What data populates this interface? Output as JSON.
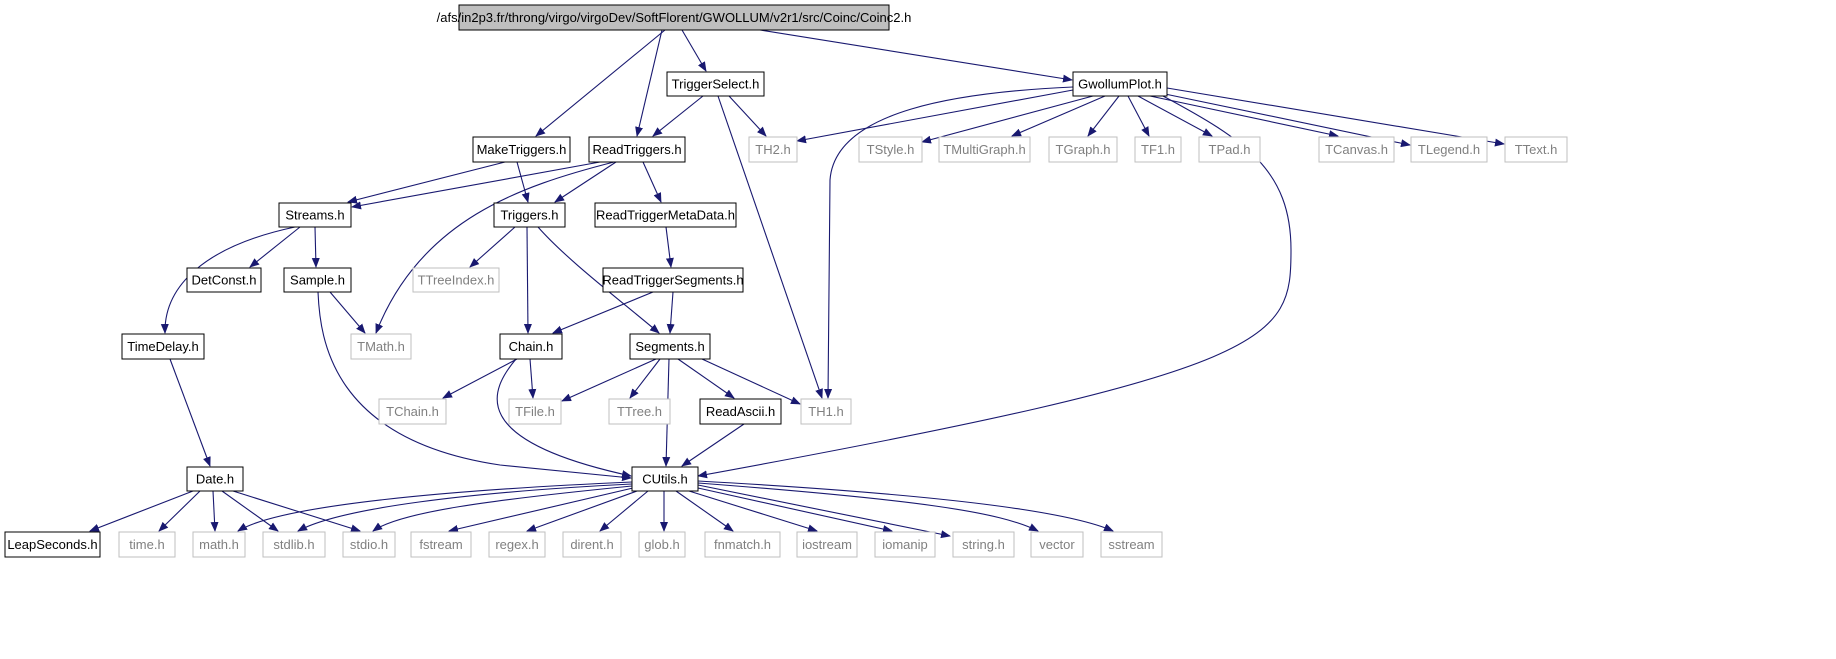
{
  "graph": {
    "edge_color": "#191970",
    "nodes": [
      {
        "id": "root",
        "label": "/afs/in2p3.fr/throng/virgo/virgoDev/SoftFlorent/GWOLLUM/v2r1/src/Coinc/Coinc2.h",
        "kind": "root"
      },
      {
        "id": "triggerselect",
        "label": "TriggerSelect.h",
        "kind": "documented"
      },
      {
        "id": "gwollumplot",
        "label": "GwollumPlot.h",
        "kind": "documented"
      },
      {
        "id": "maketriggers",
        "label": "MakeTriggers.h",
        "kind": "documented"
      },
      {
        "id": "readtriggers",
        "label": "ReadTriggers.h",
        "kind": "documented"
      },
      {
        "id": "th2",
        "label": "TH2.h",
        "kind": "external"
      },
      {
        "id": "tstyle",
        "label": "TStyle.h",
        "kind": "external"
      },
      {
        "id": "tmultigraph",
        "label": "TMultiGraph.h",
        "kind": "external"
      },
      {
        "id": "tgraph",
        "label": "TGraph.h",
        "kind": "external"
      },
      {
        "id": "tf1",
        "label": "TF1.h",
        "kind": "external"
      },
      {
        "id": "tpad",
        "label": "TPad.h",
        "kind": "external"
      },
      {
        "id": "tcanvas",
        "label": "TCanvas.h",
        "kind": "external"
      },
      {
        "id": "tlegend",
        "label": "TLegend.h",
        "kind": "external"
      },
      {
        "id": "ttext",
        "label": "TText.h",
        "kind": "external"
      },
      {
        "id": "streams",
        "label": "Streams.h",
        "kind": "documented"
      },
      {
        "id": "triggers",
        "label": "Triggers.h",
        "kind": "documented"
      },
      {
        "id": "readtriggermetadata",
        "label": "ReadTriggerMetaData.h",
        "kind": "documented"
      },
      {
        "id": "detconst",
        "label": "DetConst.h",
        "kind": "documented"
      },
      {
        "id": "sample",
        "label": "Sample.h",
        "kind": "documented"
      },
      {
        "id": "ttreeindex",
        "label": "TTreeIndex.h",
        "kind": "external"
      },
      {
        "id": "readtriggersegments",
        "label": "ReadTriggerSegments.h",
        "kind": "documented"
      },
      {
        "id": "timedelay",
        "label": "TimeDelay.h",
        "kind": "documented"
      },
      {
        "id": "tmath",
        "label": "TMath.h",
        "kind": "external"
      },
      {
        "id": "chain",
        "label": "Chain.h",
        "kind": "documented"
      },
      {
        "id": "segments",
        "label": "Segments.h",
        "kind": "documented"
      },
      {
        "id": "tchain",
        "label": "TChain.h",
        "kind": "external"
      },
      {
        "id": "tfile",
        "label": "TFile.h",
        "kind": "external"
      },
      {
        "id": "ttree",
        "label": "TTree.h",
        "kind": "external"
      },
      {
        "id": "readascii",
        "label": "ReadAscii.h",
        "kind": "documented"
      },
      {
        "id": "th1",
        "label": "TH1.h",
        "kind": "external"
      },
      {
        "id": "date",
        "label": "Date.h",
        "kind": "documented"
      },
      {
        "id": "cutils",
        "label": "CUtils.h",
        "kind": "documented"
      },
      {
        "id": "leapseconds",
        "label": "LeapSeconds.h",
        "kind": "documented"
      },
      {
        "id": "timeh",
        "label": "time.h",
        "kind": "external"
      },
      {
        "id": "mathh",
        "label": "math.h",
        "kind": "external"
      },
      {
        "id": "stdlibh",
        "label": "stdlib.h",
        "kind": "external"
      },
      {
        "id": "stdioh",
        "label": "stdio.h",
        "kind": "external"
      },
      {
        "id": "fstream",
        "label": "fstream",
        "kind": "external"
      },
      {
        "id": "regexh",
        "label": "regex.h",
        "kind": "external"
      },
      {
        "id": "direnth",
        "label": "dirent.h",
        "kind": "external"
      },
      {
        "id": "globh",
        "label": "glob.h",
        "kind": "external"
      },
      {
        "id": "fnmatchh",
        "label": "fnmatch.h",
        "kind": "external"
      },
      {
        "id": "iostream",
        "label": "iostream",
        "kind": "external"
      },
      {
        "id": "iomanip",
        "label": "iomanip",
        "kind": "external"
      },
      {
        "id": "stringh",
        "label": "string.h",
        "kind": "external"
      },
      {
        "id": "vector",
        "label": "vector",
        "kind": "external"
      },
      {
        "id": "sstream",
        "label": "sstream",
        "kind": "external"
      }
    ],
    "edges": [
      [
        "root",
        "triggerselect"
      ],
      [
        "root",
        "gwollumplot"
      ],
      [
        "root",
        "maketriggers"
      ],
      [
        "root",
        "readtriggers"
      ],
      [
        "triggerselect",
        "readtriggers"
      ],
      [
        "triggerselect",
        "th2"
      ],
      [
        "triggerselect",
        "th1"
      ],
      [
        "gwollumplot",
        "th2"
      ],
      [
        "gwollumplot",
        "tstyle"
      ],
      [
        "gwollumplot",
        "tmultigraph"
      ],
      [
        "gwollumplot",
        "tgraph"
      ],
      [
        "gwollumplot",
        "tf1"
      ],
      [
        "gwollumplot",
        "tpad"
      ],
      [
        "gwollumplot",
        "tcanvas"
      ],
      [
        "gwollumplot",
        "tlegend"
      ],
      [
        "gwollumplot",
        "ttext"
      ],
      [
        "gwollumplot",
        "th1"
      ],
      [
        "gwollumplot",
        "cutils"
      ],
      [
        "maketriggers",
        "streams"
      ],
      [
        "maketriggers",
        "triggers"
      ],
      [
        "readtriggers",
        "streams"
      ],
      [
        "readtriggers",
        "triggers"
      ],
      [
        "readtriggers",
        "readtriggermetadata"
      ],
      [
        "readtriggers",
        "tmath"
      ],
      [
        "streams",
        "timedelay"
      ],
      [
        "streams",
        "detconst"
      ],
      [
        "streams",
        "sample"
      ],
      [
        "triggers",
        "ttreeindex"
      ],
      [
        "triggers",
        "chain"
      ],
      [
        "triggers",
        "segments"
      ],
      [
        "readtriggermetadata",
        "readtriggersegments"
      ],
      [
        "readtriggersegments",
        "chain"
      ],
      [
        "readtriggersegments",
        "segments"
      ],
      [
        "sample",
        "tmath"
      ],
      [
        "sample",
        "cutils"
      ],
      [
        "timedelay",
        "date"
      ],
      [
        "chain",
        "tchain"
      ],
      [
        "chain",
        "tfile"
      ],
      [
        "chain",
        "cutils"
      ],
      [
        "segments",
        "tfile"
      ],
      [
        "segments",
        "ttree"
      ],
      [
        "segments",
        "readascii"
      ],
      [
        "segments",
        "th1"
      ],
      [
        "segments",
        "cutils"
      ],
      [
        "readascii",
        "cutils"
      ],
      [
        "date",
        "leapseconds"
      ],
      [
        "date",
        "timeh"
      ],
      [
        "date",
        "mathh"
      ],
      [
        "date",
        "stdlibh"
      ],
      [
        "date",
        "stdioh"
      ],
      [
        "cutils",
        "mathh"
      ],
      [
        "cutils",
        "stdlibh"
      ],
      [
        "cutils",
        "stdioh"
      ],
      [
        "cutils",
        "fstream"
      ],
      [
        "cutils",
        "regexh"
      ],
      [
        "cutils",
        "direnth"
      ],
      [
        "cutils",
        "globh"
      ],
      [
        "cutils",
        "fnmatchh"
      ],
      [
        "cutils",
        "iostream"
      ],
      [
        "cutils",
        "iomanip"
      ],
      [
        "cutils",
        "stringh"
      ],
      [
        "cutils",
        "vector"
      ],
      [
        "cutils",
        "sstream"
      ]
    ]
  }
}
